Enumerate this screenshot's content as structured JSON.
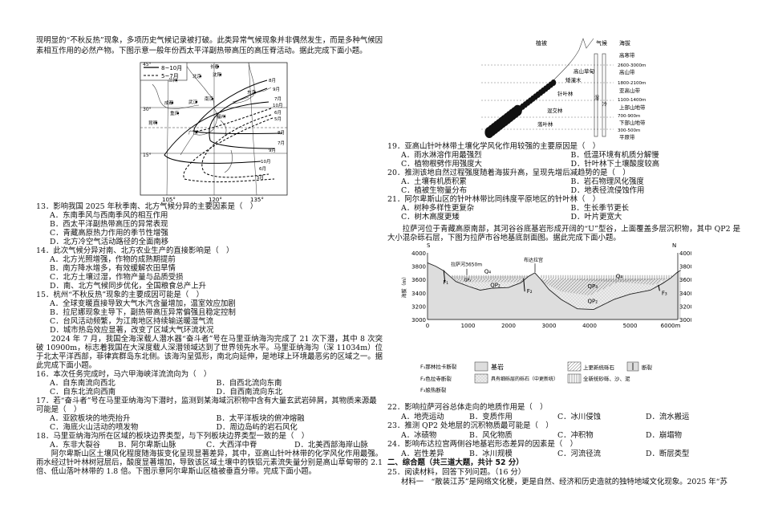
{
  "intro_top": "现明显的“不秋反热”现象，多项历史气候记录被打破。此类异常气候现象并非偶然发生，而是多种气候因素相互作用的必然产物。下图示意一般年份西太平洋副热带高压的高压脊活动。据此完成下面小题。",
  "map": {
    "legend_solid": "8~10月",
    "legend_dashed": "5~7月",
    "cities": [
      "兰州",
      "北京",
      "长春",
      "沈阳",
      "成都",
      "武汉",
      "南京",
      "东京",
      "重庆",
      "昆明",
      "福州",
      "广州"
    ],
    "lat_labels": [
      "45°",
      "30°",
      "15°"
    ],
    "lon_labels": [
      "105°",
      "120°",
      "135°"
    ],
    "month_labels": [
      "8月",
      "9月",
      "7月",
      "10月",
      "6月",
      "5月",
      "8月",
      "7月",
      "9月",
      "10月",
      "6月",
      "5月"
    ]
  },
  "questions_left_a": [
    {
      "num": "13．",
      "stem": "影响我国 2025 年秋季南、北方气候分异的主要因素是（　）",
      "options": [
        "A．东南季风与西南季风的相互作用",
        "B．西太平洋副热带高压的异常表现",
        "C．青藏高原热力作用的季节性增强",
        "D．北方冷空气活动路径的全面南移"
      ],
      "layout": "col1"
    },
    {
      "num": "14．",
      "stem": "此次气候分异对南、北方农业生产的直接影响是（　）",
      "options": [
        "A．北方光照增强，作物的成熟期提前",
        "B．南方降水增多，有效缓解农田旱情",
        "C．北方土壤过湿，作物产量与品质受损",
        "D．南、北方气候同步优化，全国粮食总产上升"
      ],
      "layout": "col1"
    },
    {
      "num": "15．",
      "stem": "杭州“不秋反热”现象的主要成因可能是（　）",
      "options": [
        "A．全球变暖直接导致大气水汽含量增加，温室效应加剧",
        "B．拉尼娜现象主导下，副热带高压异常偏强且稳定控制",
        "C．台风活动频繁，为江南地区持续输送暖湿气流",
        "D．城市热岛效应显著，改变了区域大气环流状况"
      ],
      "layout": "col1"
    }
  ],
  "intro_mariana": "2024 年 7 月，我国全海深载人潜水器“奋斗者”号在马里亚纳海沟完成了 21 次下潜，其中 8 次突破 10900m，标志着我国在大深度载人深潜领域达到了世界领先水平。马里亚纳海沟（深 11034m）位于北太平洋西部，菲律宾群岛东北侧。该海沟呈弧形，南北向延伸，是地球上环境最恶劣的区域之一。据此完成下面小题。",
  "questions_left_b": [
    {
      "num": "16．",
      "stem": "本次任务完成时，马六甲海峡洋流流向为（　）",
      "options": [
        "A．自东南流向西北",
        "B．自西北流向东南",
        "C．自东北流向西南",
        "D．自西南流向东北"
      ],
      "layout": "col2"
    },
    {
      "num": "17．",
      "stem": "若“奋斗者”号在马里亚纳海沟下潜时，监测到某海域沉积物中含有大量玄武岩碎屑，其物质来源最可能是（　）",
      "options": [
        "A．亚欧板块的地壳抬升",
        "B．太平洋板块的俯冲熔融",
        "C．海底火山活动的喷发物",
        "D．周边岛屿的岩石风化"
      ],
      "layout": "col2",
      "wrap": true
    },
    {
      "num": "18．",
      "stem": "马里亚纳海沟所在区域的板块边界类型，与下列板块边界类型一致的是（　）",
      "options": [
        "A．东非大裂谷",
        "B．阿尔卑斯山脉",
        "C．大西洋中脊",
        "D．北美西部海岸山脉"
      ],
      "layout": "col4b"
    }
  ],
  "intro_alps": "阿尔卑斯山区土壤风化程度随海拔变化呈现显著差异，其中，亚高山针叶林带的化学风化作用最强。雨水经过针叶林树冠层后，酸度显著增加，导致该区域土壤中的铁铝元素流失量分别是高山草甸带的 2.1 倍、低山落叶林带的 1.8 倍。下图示意阿尔卑斯山区植被垂直分带。完成下面小题。",
  "vegetation": {
    "col_vegetation": "植被",
    "col_climate": "气候",
    "col_altitude": "海拔",
    "zones": [
      "高寒带",
      "高山带",
      "亚高山带",
      "上部山地带",
      "下部山地带",
      "平原带"
    ],
    "bounds": [
      "2600-3000m",
      "1800-2100m",
      "1100-1400m",
      "700-900m",
      "300-500m"
    ],
    "plants": [
      "高山草甸",
      "矮灌木",
      "针叶林",
      "混交林",
      "落叶林"
    ],
    "bar_left": "湿",
    "bar_right": "冷"
  },
  "questions_right_a": [
    {
      "num": "19．",
      "stem": "亚高山针叶林带土壤化学风化作用较强的主要原因是（　）",
      "options": [
        "A．雨水淋溶作用最强烈",
        "B．低温环境有机质分解慢",
        "C．植物根劈作用强度大",
        "D．针叶林下土壤酸度较高"
      ],
      "layout": "col2"
    },
    {
      "num": "20．",
      "stem": "推测该地自然过程强度随着海拔升高，呈现先增后减趋势的是（　）",
      "options": [
        "A．土壤有机质积累",
        "B．岩石物理风化强度",
        "C．植被生物量分布",
        "D．地表径流侵蚀作用"
      ],
      "layout": "col2"
    },
    {
      "num": "21．",
      "stem": "阿尔卑斯山区的针叶林带比同纬度平原地区的针叶林（　）",
      "options": [
        "A．树种多样性更复杂",
        "B．生长季节更长",
        "C．树木高度更矮",
        "D．叶片更宽大"
      ],
      "layout": "col2"
    }
  ],
  "intro_lhasa": "拉萨河位于青藏高原南部，其河谷谷底基岩形成开阔的“U”型谷，上面覆盖多层沉积物，其中 QP2 是大小混杂砾石层，下图为拉萨市谷地基底剖面图。据此完成下面小题。",
  "section": {
    "south": "S",
    "north": "N",
    "y_label": "海拔（m）",
    "y_ticks": [
      "4000",
      "3800",
      "3600",
      "3400",
      "3200",
      "3000"
    ],
    "x_ticks": [
      "0",
      "1000",
      "2000",
      "3000",
      "4000",
      "5000",
      "6000m"
    ],
    "river": "拉萨河3650m",
    "palace": "布达拉宫",
    "layers": {
      "q4": "Q₄",
      "qp3": "QP₃",
      "qp2": "QP₂"
    },
    "faults": [
      "F₁",
      "F₂",
      "F₃"
    ],
    "legend": {
      "f1": "F₁那林拉卡断裂",
      "f2": "F₂色拉寺断裂",
      "f3": "F₃娘热断裂",
      "bedrock": "基岩",
      "qp2": "具有细砾层的砾石（中更新统）",
      "qp3": "上更新统砾石",
      "q4": "全新统砂砾、沙、泥",
      "fault": "断裂"
    }
  },
  "questions_right_b": [
    {
      "num": "22．",
      "stem": "影响拉萨河谷总体走向的地质作用是（　）",
      "options": [
        "A．地壳运动",
        "B．变质作用",
        "C．冰川侵蚀",
        "D．流水搬运"
      ],
      "layout": "col4b"
    },
    {
      "num": "23．",
      "stem": "推测 QP2 处地层的沉积物质最可能是（　）",
      "options": [
        "A．冰碛物",
        "B．风化物质",
        "C．冲积物",
        "D．崩塌物"
      ],
      "layout": "col4b"
    },
    {
      "num": "24．",
      "stem": "影响布达拉宫两侧谷地基岩形态差异的因素是（　）",
      "options": [
        "A．岩性差异",
        "B．冰川规模",
        "C．河流径流",
        "D．断层类型"
      ],
      "layout": "col4b"
    }
  ],
  "section2_title": "二、综合题（共三道大题，共计 52 分）",
  "q25": "25．阅读材料，回答下列问题。（16 分）",
  "material1": "材料一　“散装江苏”是网络文化梗，更是自然、经济和历史造就的独特地域文化现象。2025 年“苏"
}
